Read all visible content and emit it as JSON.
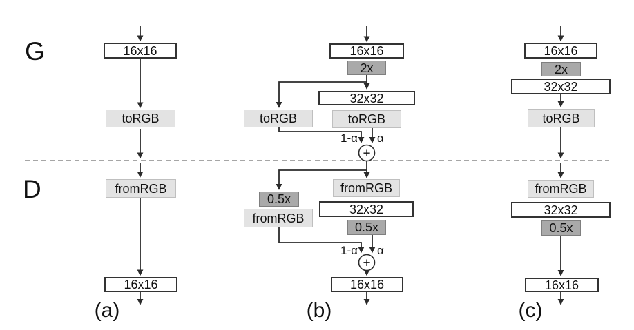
{
  "figure": {
    "g_label": "G",
    "d_label": "D",
    "captions": {
      "a": "(a)",
      "b": "(b)",
      "c": "(c)"
    },
    "labels": {
      "res16": "16x16",
      "res32": "32x32",
      "upsample": "2x",
      "downsample": "0.5x",
      "to_rgb": "toRGB",
      "from_rgb": "fromRGB",
      "one_minus_alpha": "1-α",
      "alpha": "α",
      "sum": "+"
    },
    "colors": {
      "background": "#ffffff",
      "box_white": "#ffffff",
      "box_light_gray": "#e3e3e3",
      "box_dark_gray": "#a9a9a9",
      "wire": "#2b2b2b",
      "dashed_divider": "#a6a6a6"
    }
  }
}
